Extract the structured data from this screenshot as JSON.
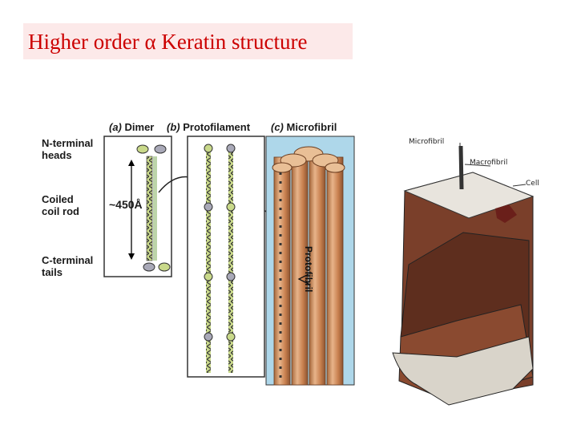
{
  "title": "Higher order α Keratin structure",
  "diagram": {
    "labels": {
      "n_terminal": [
        "N-terminal",
        "heads"
      ],
      "coiled": [
        "Coiled",
        "coil rod"
      ],
      "c_terminal": [
        "C-terminal",
        "tails"
      ],
      "length": "~450Å"
    },
    "panels": {
      "a": {
        "tag": "(a)",
        "name": "Dimer"
      },
      "b": {
        "tag": "(b)",
        "name": "Protofilament"
      },
      "c": {
        "tag": "(c)",
        "name": "Microfibril"
      }
    },
    "protofibril": "Protofibril"
  },
  "hair_illustration": {
    "microfibril": "Microfibril",
    "macrofibril": "Macrofibril",
    "cell": "Cell"
  },
  "colors": {
    "title_text": "#cc0000",
    "title_bg": "#fce9e9",
    "panel_c_bg": "#aed7ea",
    "fibril": "#c98553",
    "hair_cortex": "#7a3f2a"
  }
}
